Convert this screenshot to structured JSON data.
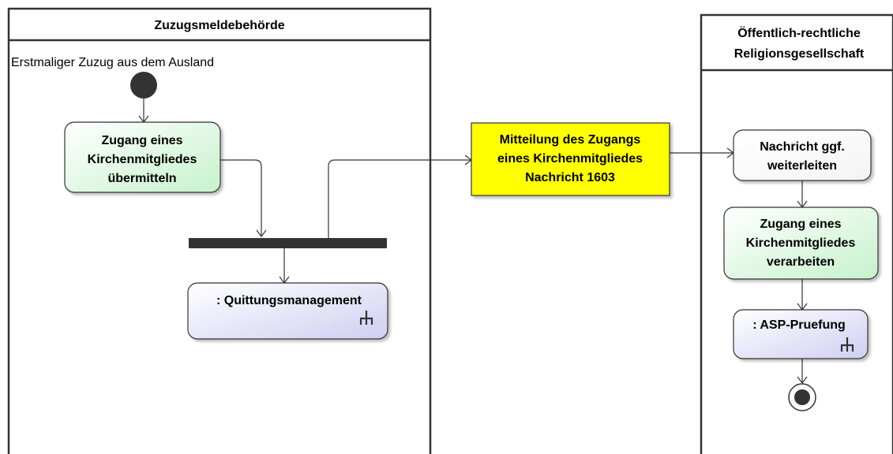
{
  "colors": {
    "lane_border": "#333333",
    "action_green_top": "#ffffff",
    "action_green_bottom": "#cef5d2",
    "action_white": "#ffffff",
    "call_lavender_top": "#ffffff",
    "call_lavender_bottom": "#d6d6f5",
    "object_yellow": "#ffff00",
    "fork_bar": "#333333",
    "node_fill_dark": "#333333"
  },
  "lanes": [
    {
      "id": "zuzug",
      "title_lines": [
        "Zuzugsmeldebehörde"
      ]
    },
    {
      "id": "religion",
      "title_lines": [
        "Öffentlich-rechtliche",
        "Religionsgesellschaft"
      ]
    }
  ],
  "start_label": "Erstmaliger Zuzug aus dem Ausland",
  "nodes": {
    "action_send": {
      "lines": [
        "Zugang eines",
        "Kirchenmitgliedes",
        "übermitteln"
      ]
    },
    "call_receipt": {
      "lines": [
        ": Quittungsmanagement"
      ],
      "icon": "rake-icon"
    },
    "object_message": {
      "lines": [
        "Mitteilung des Zugangs",
        "eines Kirchenmitgliedes",
        "Nachricht 1603"
      ]
    },
    "action_forward": {
      "lines": [
        "Nachricht ggf.",
        "weiterleiten"
      ]
    },
    "action_process": {
      "lines": [
        "Zugang eines",
        "Kirchenmitgliedes",
        "verarbeiten"
      ]
    },
    "call_asp": {
      "lines": [
        ": ASP-Pruefung"
      ],
      "icon": "rake-icon"
    }
  }
}
